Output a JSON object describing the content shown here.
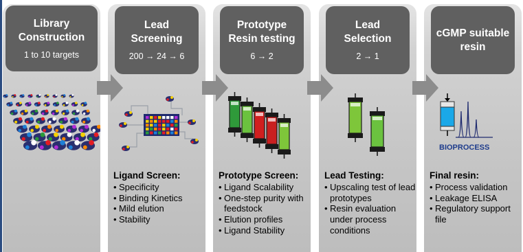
{
  "columns": [
    {
      "title": "Library Construction",
      "title_lines": [
        "Library",
        "Construction"
      ],
      "sub": "1 to 10 targets",
      "panel_title": "",
      "bullets": []
    },
    {
      "title": "Lead Screening",
      "title_lines": [
        "Lead",
        "Screening"
      ],
      "sub": "200 → 24 → 6",
      "panel_title": "Ligand Screen:",
      "bullets": [
        "Specificity",
        "Binding Kinetics",
        "Mild elution",
        "Stability"
      ]
    },
    {
      "title": "Prototype Resin testing",
      "title_lines": [
        "Prototype",
        "Resin testing"
      ],
      "sub": "6 → 2",
      "panel_title": "Prototype Screen:",
      "bullets": [
        "Ligand Scalability",
        "One-step purity with feedstock",
        "Elution profiles",
        "Ligand Stability"
      ]
    },
    {
      "title": "Lead Selection",
      "title_lines": [
        "Lead",
        "Selection"
      ],
      "sub": "2 → 1",
      "panel_title": "Lead Testing:",
      "bullets": [
        "Upscaling test of lead prototypes",
        "Resin evaluation under process conditions"
      ]
    },
    {
      "title": "cGMP suitable resin",
      "title_lines": [
        "cGMP suitable",
        "resin"
      ],
      "sub": "",
      "panel_title": "Final resin:",
      "bullets": [
        "Process validation",
        "Leakage ELISA",
        "Regulatory support  file"
      ]
    }
  ],
  "bioprocess_label": "BIOPROCESS",
  "colors": {
    "header": "#606060",
    "column": "#cfcfcf",
    "arrow": "#8c8c8c",
    "accent_blue": "#1e3c8c"
  }
}
